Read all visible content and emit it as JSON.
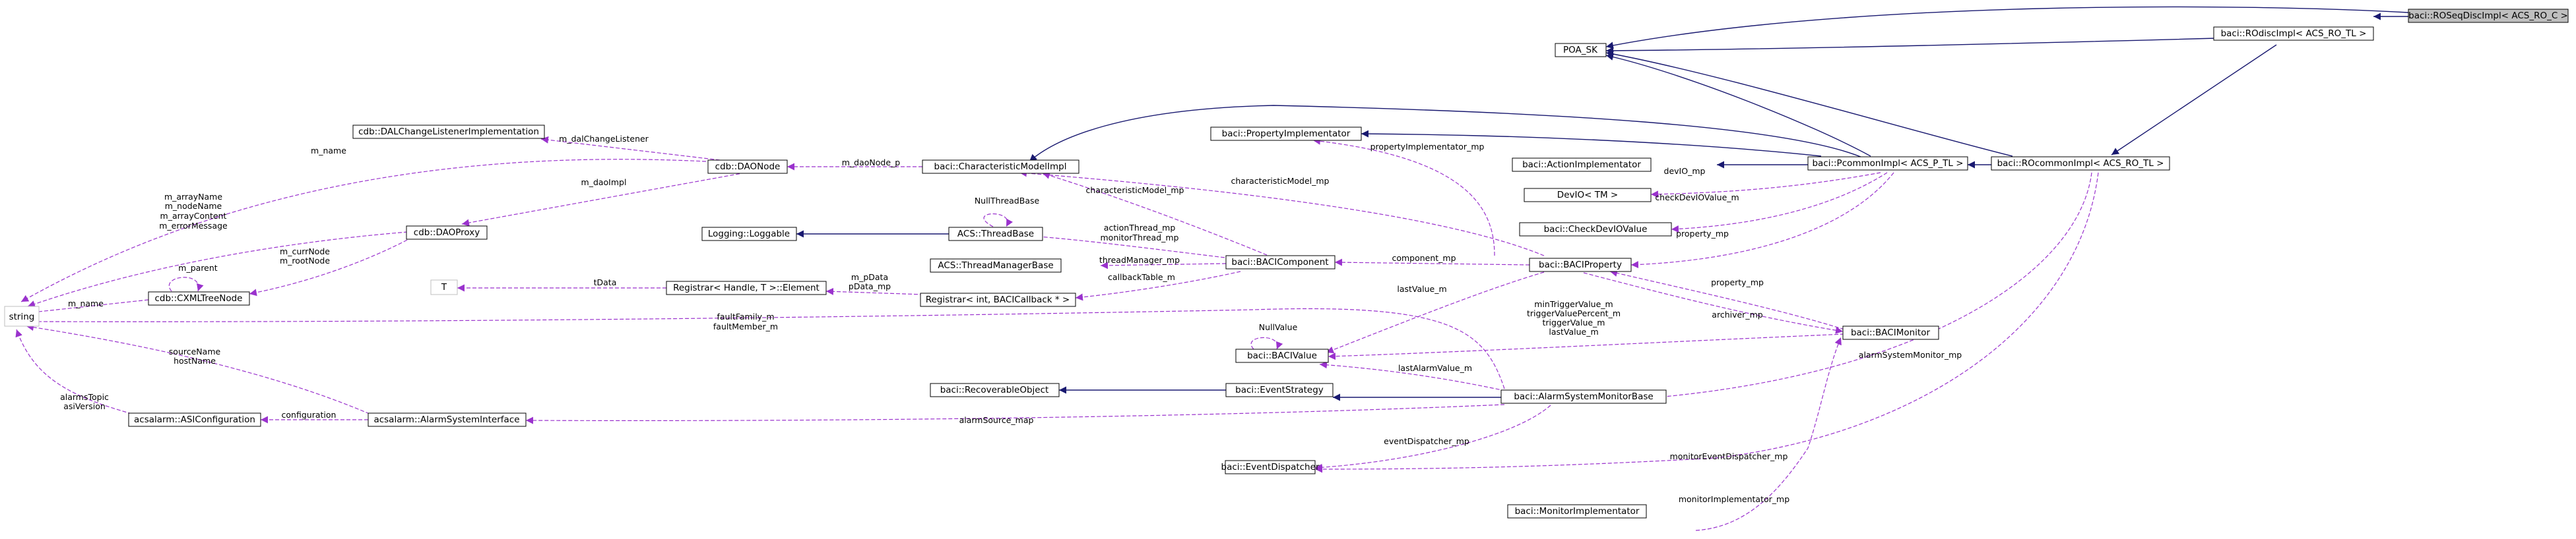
{
  "diagram": {
    "nodes": [
      {
        "id": "roseq",
        "label": "baci::ROSeqDiscImpl< ACS_RO_C >",
        "current": true
      },
      {
        "id": "rodisc",
        "label": "baci::ROdiscImpl< ACS_RO_TL >"
      },
      {
        "id": "poask",
        "label": "POA_SK"
      },
      {
        "id": "rocommon",
        "label": "baci::ROcommonImpl< ACS_RO_TL >"
      },
      {
        "id": "pcommon",
        "label": "baci::PcommonImpl< ACS_P_TL >"
      },
      {
        "id": "propimpl",
        "label": "baci::PropertyImplementator"
      },
      {
        "id": "actimpl",
        "label": "baci::ActionImplementator"
      },
      {
        "id": "devio",
        "label": "DevIO< TM >"
      },
      {
        "id": "checkdev",
        "label": "baci::CheckDevIOValue"
      },
      {
        "id": "daclistener",
        "label": "cdb::DALChangeListenerImplementation"
      },
      {
        "id": "daonode",
        "label": "cdb::DAONode"
      },
      {
        "id": "charmodel",
        "label": "baci::CharacteristicModelImpl"
      },
      {
        "id": "daoproxy",
        "label": "cdb::DAOProxy"
      },
      {
        "id": "loggable",
        "label": "Logging::Loggable"
      },
      {
        "id": "threadbase",
        "label": "ACS::ThreadBase"
      },
      {
        "id": "threadmgr",
        "label": "ACS::ThreadManagerBase"
      },
      {
        "id": "bacicomp",
        "label": "baci::BACIComponent"
      },
      {
        "id": "baciprop",
        "label": "baci::BACIProperty"
      },
      {
        "id": "string",
        "label": "string"
      },
      {
        "id": "xmltree",
        "label": "cdb::CXMLTreeNode"
      },
      {
        "id": "t",
        "label": "T",
        "grey": true
      },
      {
        "id": "registrar1",
        "label": "Registrar< Handle, T >::Element"
      },
      {
        "id": "registrar2",
        "label": "Registrar< int, BACICallback * >"
      },
      {
        "id": "bacimon",
        "label": "baci::BACIMonitor"
      },
      {
        "id": "bacivalue",
        "label": "baci::BACIValue"
      },
      {
        "id": "recoverable",
        "label": "baci::RecoverableObject"
      },
      {
        "id": "eventstrat",
        "label": "baci::EventStrategy"
      },
      {
        "id": "alarmmon",
        "label": "baci::AlarmSystemMonitorBase"
      },
      {
        "id": "asiconf",
        "label": "acsalarm::ASIConfiguration"
      },
      {
        "id": "alarmiface",
        "label": "acsalarm::AlarmSystemInterface"
      },
      {
        "id": "eventdisp",
        "label": "baci::EventDispatcher"
      },
      {
        "id": "monimpl",
        "label": "baci::MonitorImplementator"
      }
    ],
    "edge_labels": {
      "m_name_daonode": "m_name",
      "m_dalChangeListener": "m_dalChangeListener",
      "m_daoNode_p": "m_daoNode_p",
      "m_daoImpl": "m_daoImpl",
      "propertyImplementator_mp": "propertyImplementator_mp",
      "characteristicModel_mp": "characteristicModel_mp",
      "devIO_mp": "devIO_mp",
      "checkDevIOValue_m": "checkDevIOValue_m",
      "property_mp_pcommon": "property_mp",
      "array_names": [
        "m_arrayName",
        "m_nodeName",
        "m_arrayContent",
        "m_errorMessage"
      ],
      "NullThreadBase": "NullThreadBase",
      "characteristicModel_mp_comp": "characteristicModel_mp",
      "m_parent": "m_parent",
      "curr_root": [
        "m_currNode",
        "m_rootNode"
      ],
      "thread_mps": [
        "actionThread_mp",
        "monitorThread_mp"
      ],
      "threadManager_mp": "threadManager_mp",
      "component_mp": "component_mp",
      "m_name_xml": "m_name",
      "pdata": [
        "m_pData",
        "pData_mp"
      ],
      "tData": "tData",
      "callbackTable_m": "callbackTable_m",
      "lastValue_m_prop": "lastValue_m",
      "property_mp_mon": "property_mp",
      "fault_names": [
        "faultFamily_m",
        "faultMember_m"
      ],
      "archiver_mp": "archiver_mp",
      "NullValue": "NullValue",
      "monitor_values": [
        "minTriggerValue_m",
        "triggerValuePercent_m",
        "triggerValue_m",
        "lastValue_m"
      ],
      "alarmSystemMonitor_mp": "alarmSystemMonitor_mp",
      "source_host": [
        "sourceName",
        "hostName"
      ],
      "lastAlarmValue_m": "lastAlarmValue_m",
      "topic_version": [
        "alarmsTopic",
        "asiVersion"
      ],
      "configuration": "configuration",
      "alarmSource_map": "alarmSource_map",
      "eventDispatcher_mp": "eventDispatcher_mp",
      "monitorEventDispatcher_mp": "monitorEventDispatcher_mp",
      "monitorImplementator_mp": "monitorImplementator_mp"
    }
  }
}
